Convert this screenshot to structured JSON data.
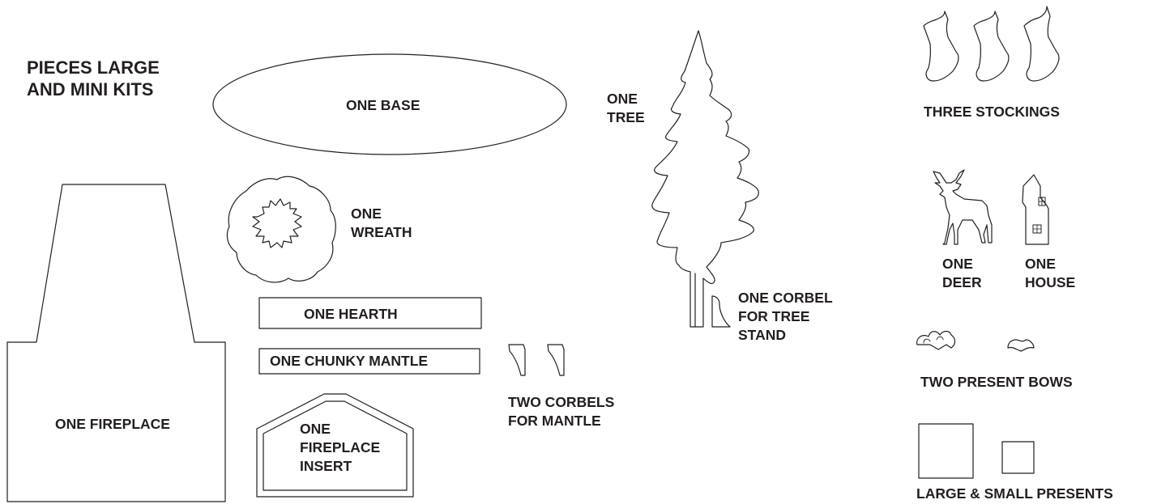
{
  "title": {
    "line1": "PIECES LARGE",
    "line2": "AND MINI KITS"
  },
  "pieces": {
    "base": "ONE BASE",
    "tree": {
      "line1": "ONE",
      "line2": "TREE"
    },
    "wreath": {
      "line1": "ONE",
      "line2": "WREATH"
    },
    "hearth": "ONE HEARTH",
    "chunky_mantle": "ONE CHUNKY MANTLE",
    "fireplace": "ONE FIREPLACE",
    "fireplace_insert": {
      "line1": "ONE",
      "line2": "FIREPLACE",
      "line3": "INSERT"
    },
    "corbels_mantle": {
      "line1": "TWO CORBELS",
      "line2": "FOR MANTLE"
    },
    "corbel_tree": {
      "line1": "ONE CORBEL",
      "line2": "FOR TREE",
      "line3": "STAND"
    },
    "stockings": "THREE STOCKINGS",
    "deer": {
      "line1": "ONE",
      "line2": "DEER"
    },
    "house": {
      "line1": "ONE",
      "line2": "HOUSE"
    },
    "bows": "TWO PRESENT BOWS",
    "presents": "LARGE & SMALL PRESENTS"
  },
  "colors": {
    "line": "#231f20",
    "background": "#ffffff"
  }
}
